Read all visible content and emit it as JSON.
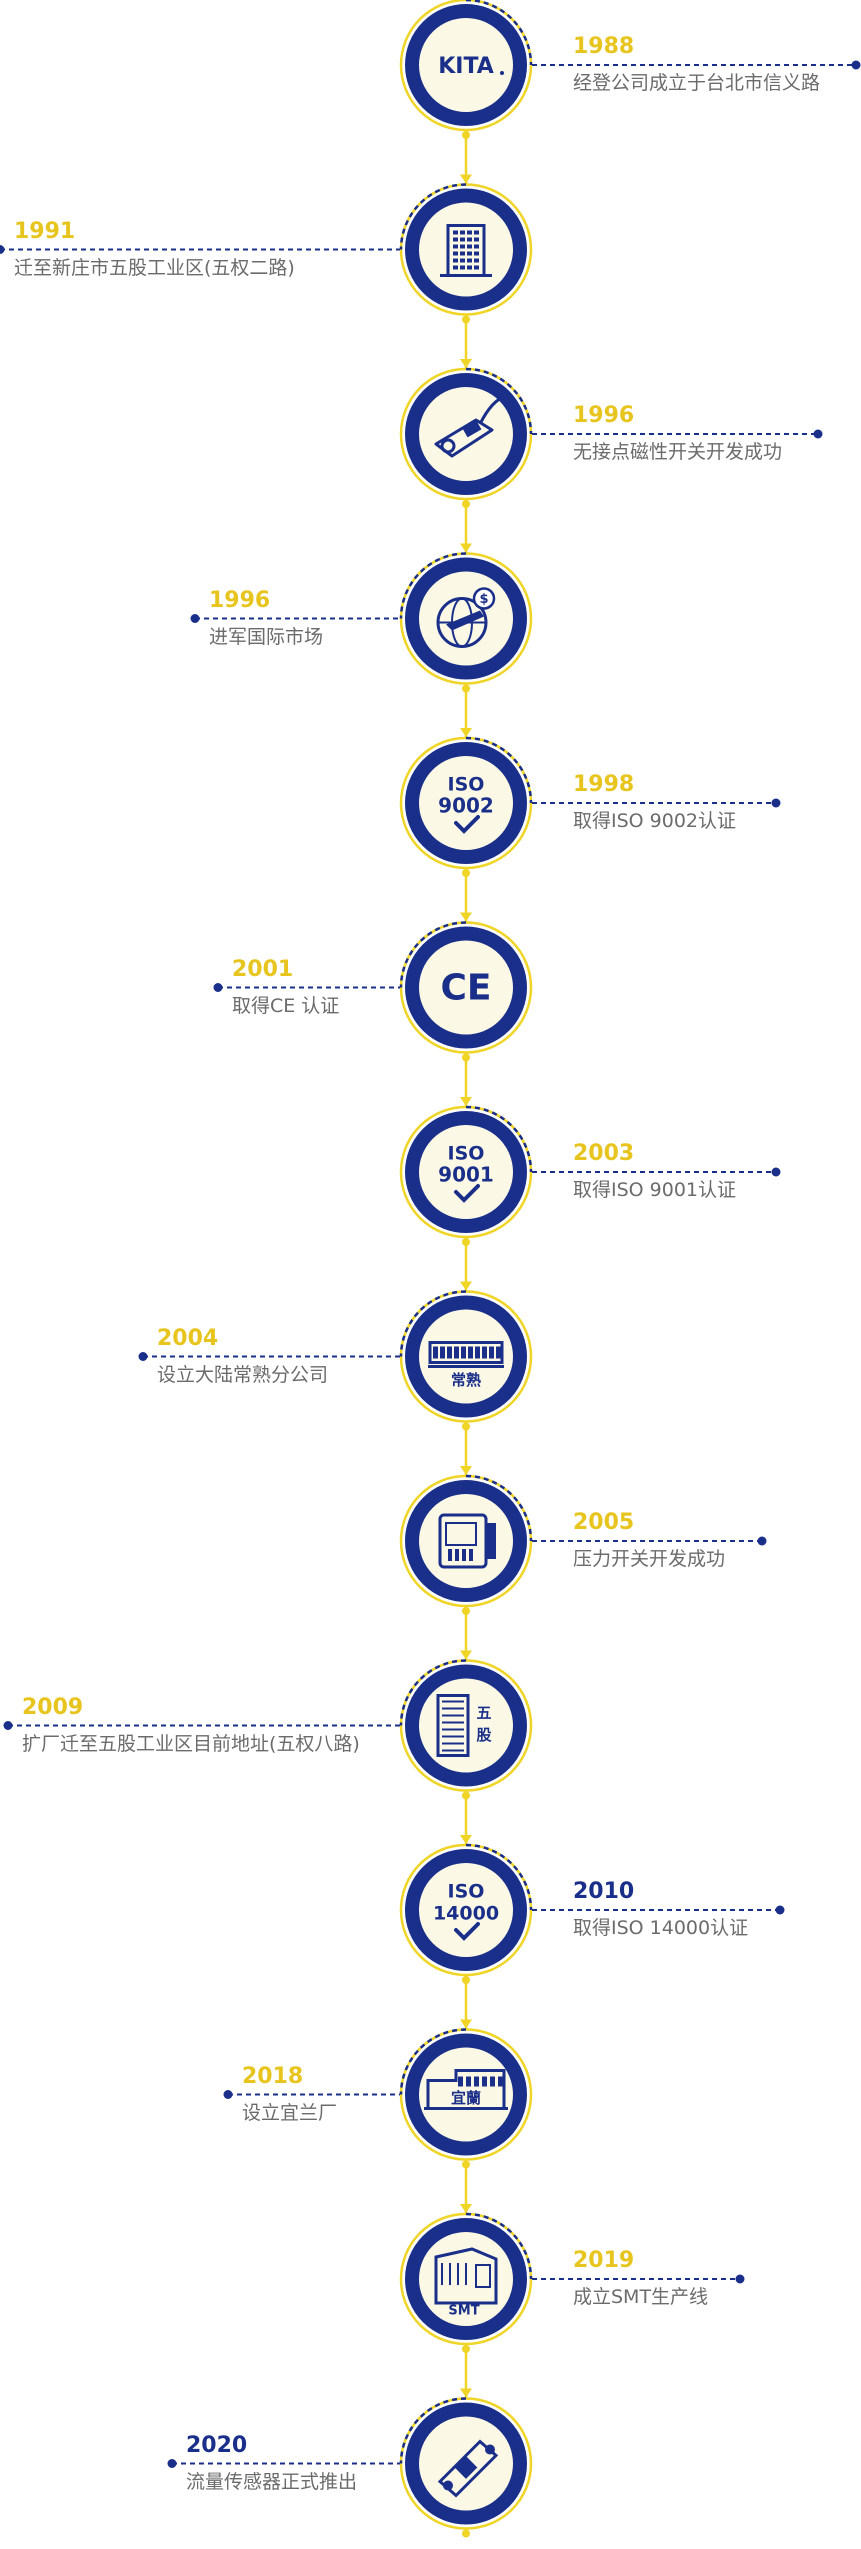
{
  "colors": {
    "navy": "#1a2f8a",
    "yellow": "#f0d426",
    "year_gold": "#e8c51e",
    "year_blue": "#1a2f8a",
    "text": "#6b6b6b",
    "disc_fill": "#fbf9e6"
  },
  "milestones": [
    {
      "year": "1988",
      "desc": "经登公司成立于台北市信义路",
      "side": "right",
      "icon": "kita-logo",
      "logo_text": "KITA",
      "year_color": "gold"
    },
    {
      "year": "1991",
      "desc": "迁至新庄市五股工业区(五权二路)",
      "side": "left",
      "icon": "office-building-icon",
      "year_color": "gold"
    },
    {
      "year": "1996",
      "desc": "无接点磁性开关开发成功",
      "side": "right",
      "icon": "magnetic-switch-icon",
      "year_color": "gold"
    },
    {
      "year": "1996",
      "desc": "进军国际市场",
      "side": "left",
      "icon": "globe-airplane-dollar-icon",
      "year_color": "gold"
    },
    {
      "year": "1998",
      "desc": "取得ISO 9002认证",
      "side": "right",
      "icon": "iso-badge-icon",
      "badge": [
        "ISO",
        "9002"
      ],
      "year_color": "gold"
    },
    {
      "year": "2001",
      "desc": "取得CE 认证",
      "side": "left",
      "icon": "ce-mark-icon",
      "badge_text": "CE",
      "year_color": "gold"
    },
    {
      "year": "2003",
      "desc": "取得ISO 9001认证",
      "side": "right",
      "icon": "iso-badge-icon",
      "badge": [
        "ISO",
        "9001"
      ],
      "year_color": "gold"
    },
    {
      "year": "2004",
      "desc": "设立大陆常熟分公司",
      "side": "left",
      "icon": "factory-changshu-icon",
      "sign_text": "常熟",
      "year_color": "gold"
    },
    {
      "year": "2005",
      "desc": "压力开关开发成功",
      "side": "right",
      "icon": "pressure-switch-icon",
      "year_color": "gold"
    },
    {
      "year": "2009",
      "desc": "扩厂迁至五股工业区目前地址(五权八路)",
      "side": "left",
      "icon": "wugu-building-icon",
      "sign_text": [
        "五",
        "股"
      ],
      "year_color": "gold"
    },
    {
      "year": "2010",
      "desc": "取得ISO 14000认证",
      "side": "right",
      "icon": "iso-badge-icon",
      "badge": [
        "ISO",
        "14000"
      ],
      "year_color": "blue"
    },
    {
      "year": "2018",
      "desc": "设立宜兰厂",
      "side": "left",
      "icon": "yilan-factory-icon",
      "sign_text": "宜蘭",
      "year_color": "gold"
    },
    {
      "year": "2019",
      "desc": "成立SMT生产线",
      "side": "right",
      "icon": "smt-machine-icon",
      "sign_text": "SMT",
      "year_color": "gold"
    },
    {
      "year": "2020",
      "desc": "流量传感器正式推出",
      "side": "left",
      "icon": "flow-sensor-icon",
      "year_color": "blue"
    }
  ]
}
